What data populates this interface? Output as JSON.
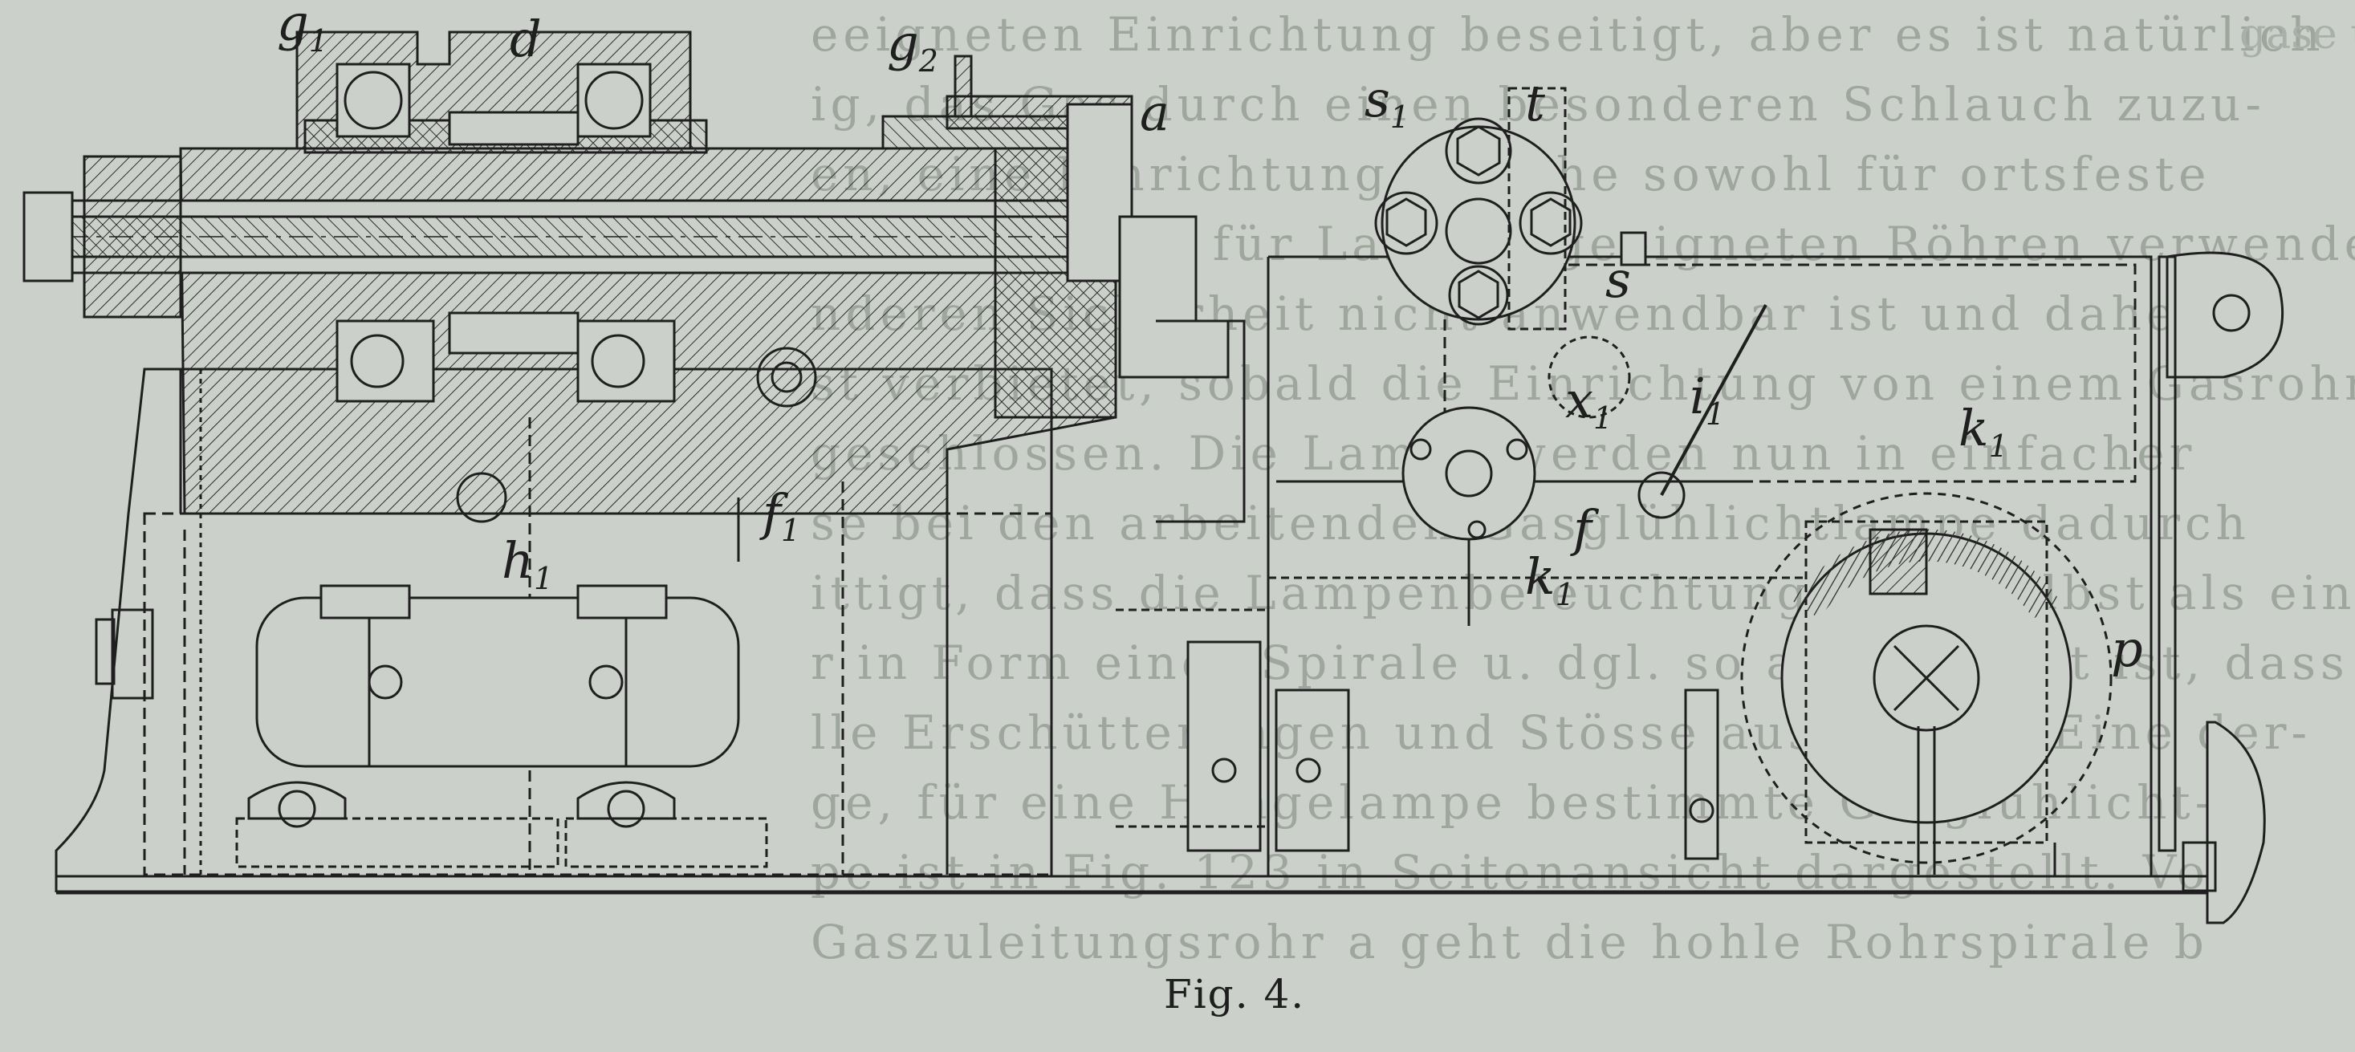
{
  "figure": {
    "caption": "Fig. 4.",
    "part_labels": {
      "g1": "g",
      "g1_sub": "1",
      "d": "d",
      "g2": "g",
      "g2_sub": "2",
      "a": "a",
      "s1": "s",
      "s1_sub": "1",
      "t": "t",
      "s": "s",
      "x1": "x",
      "x1_sub": "1",
      "i1": "i",
      "i1_sub": "1",
      "k1_top": "k",
      "k1_top_sub": "1",
      "f1": "f",
      "f1_sub": "1",
      "h1": "h",
      "h1_sub": "1",
      "f_lower": "f",
      "k1_lower": "k",
      "k1_lower_sub": "1",
      "p": "p"
    }
  },
  "bleed_text": {
    "left_lines": [
      "",
      "",
      "",
      "",
      "",
      "",
      "",
      "",
      "",
      "",
      "",
      "",
      "",
      "",
      ""
    ],
    "main_lines": [
      "eeigneten Einrichtung beseitigt, aber es ist natürlich",
      "ig, das Gas durch einen besonderen Schlauch zuzu-",
      "en, eine Einrichtung, welche sowohl für ortsfeste",
      "rnen als auch für Lampen geeigneten Röhren verwendet",
      "nderen Sicherheit nicht anwendbar ist und daher",
      "st verbietet, sobald die Einrichtung von einem Gasrohr",
      "geschlossen. Die Lampe werden nun in einfacher",
      "se bei den arbeitenden Gasglühlichtlampe dadurch",
      "ittigt, dass die Lampenbeleuchtungsrohr selbst als ein Federnde",
      "r in Form einer Spirale u. dgl. so ausgebildet ist, dass",
      "lle Erschütterungen und Stösse ausgleicht. Eine der-",
      "ge, für eine Hängelampe bestimmte Gasglühlicht-",
      "pe ist in Fig. 123 in Seitenansicht dargestellt. Von",
      "Gaszuleitungsrohr a geht die hohle Rohrspirale b",
      ""
    ],
    "right_lines": [
      "gase und wird dadurch",
      "",
      "",
      "",
      "",
      "",
      "",
      "",
      "",
      "",
      "",
      "",
      "",
      "",
      ""
    ]
  }
}
